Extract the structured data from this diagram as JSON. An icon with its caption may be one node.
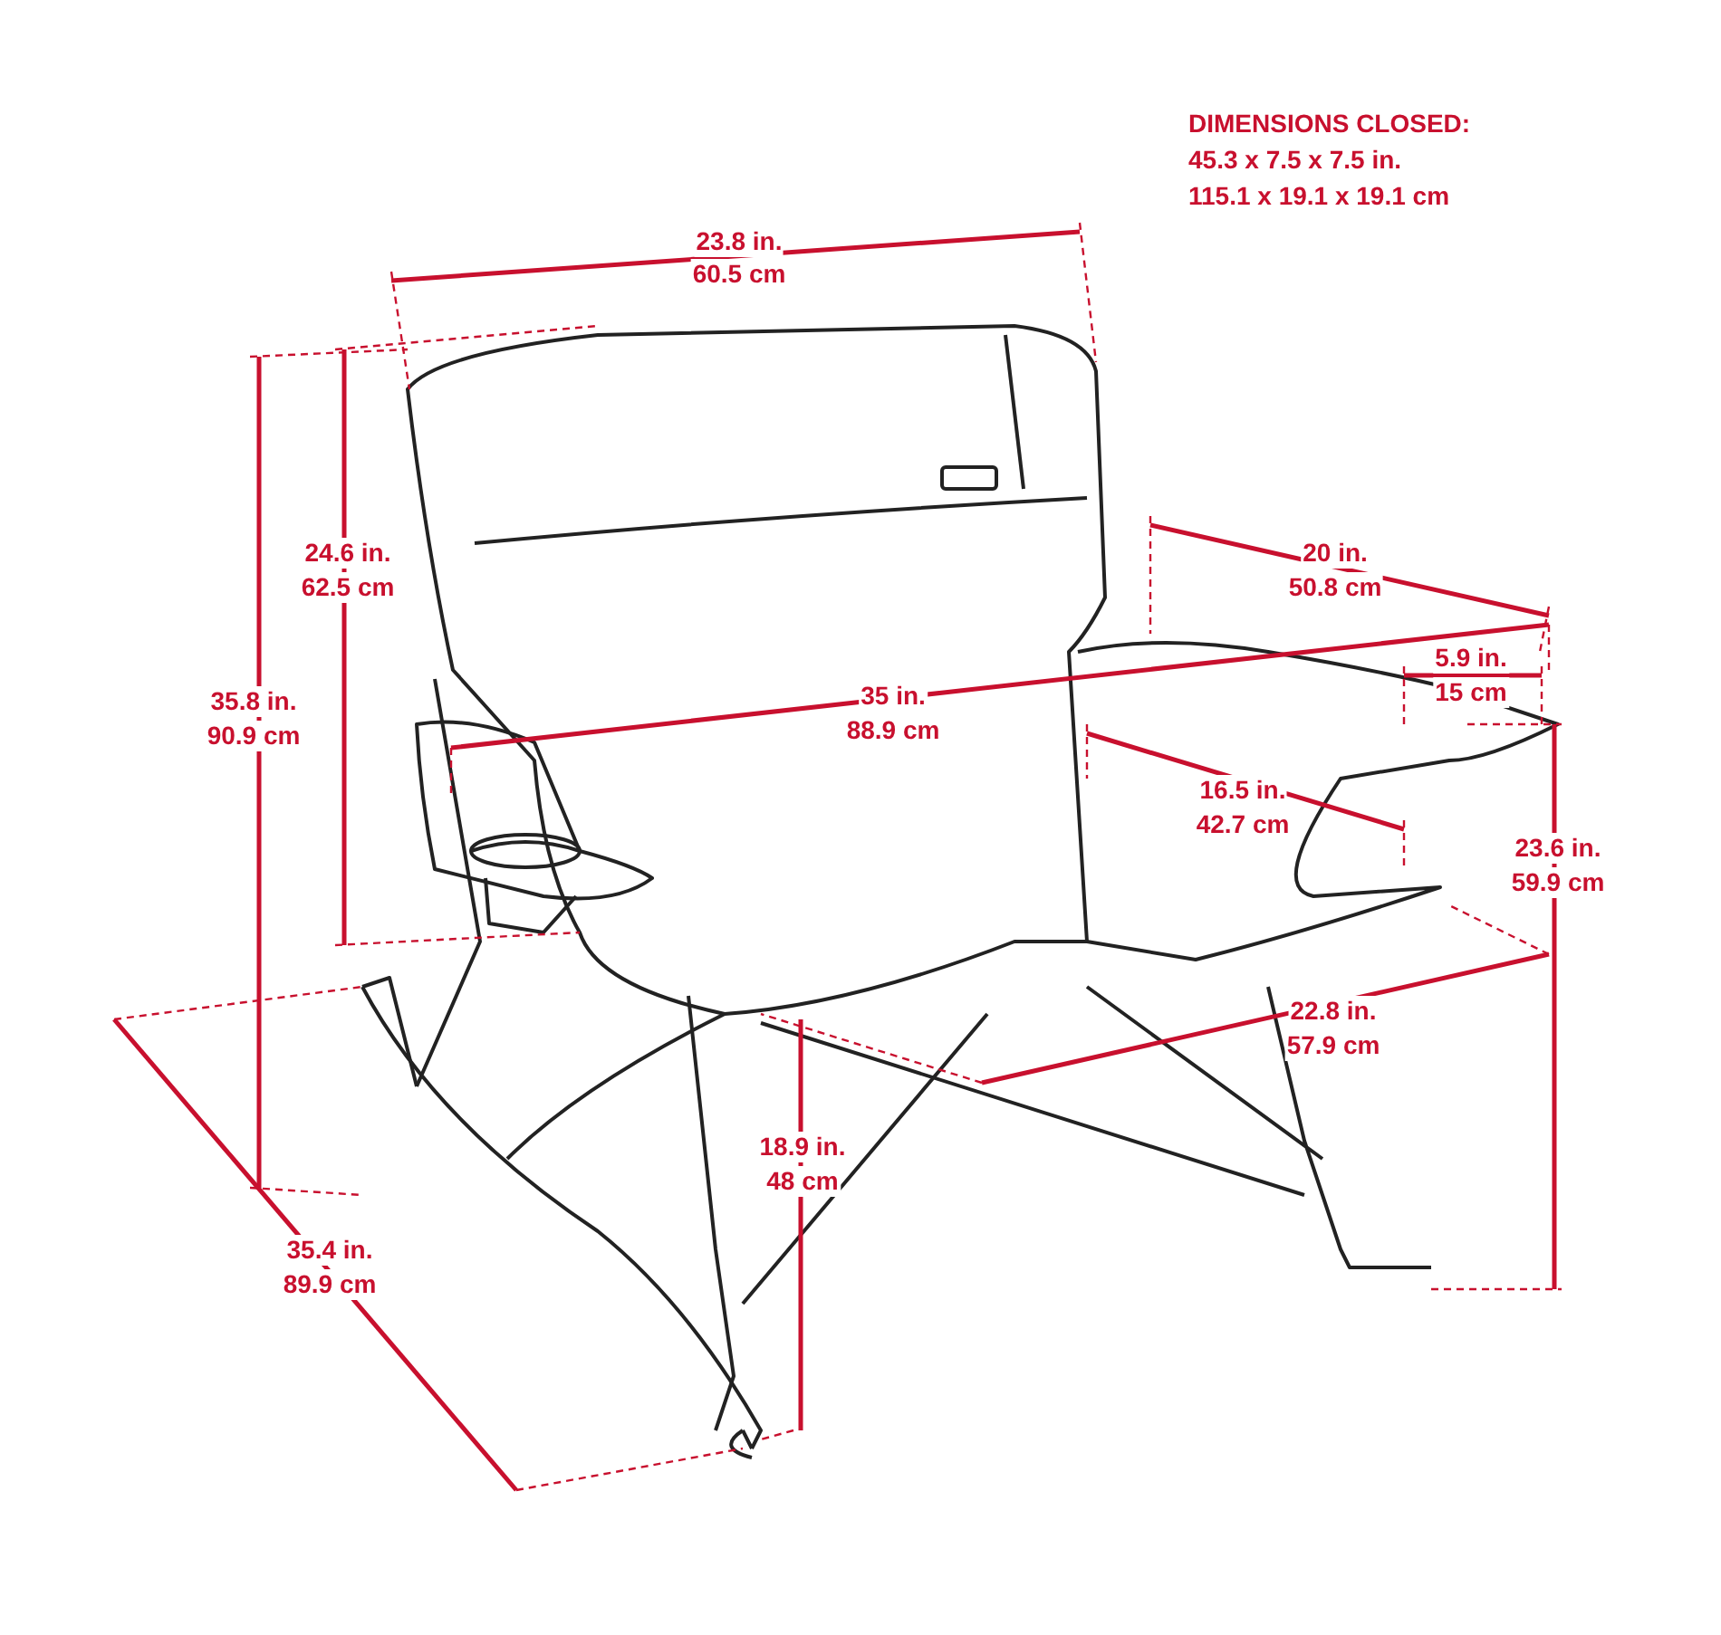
{
  "diagram": {
    "labels": [
      "DIMENSIONS CLOSED:",
      "45.3  x  7.5  x  7.5 in.",
      "115.1  x  19.1  x  19.1 cm",
      "23.8 in.",
      "60.5 cm",
      "20 in.",
      "50.8 cm",
      "24.6 in.",
      "62.5 cm",
      "35.8 in.",
      "90.9 cm",
      "5.9 in.",
      "15 cm",
      "35 in.",
      "88.9 cm",
      "16.5 in.",
      "42.7 cm",
      "23.6 in.",
      "59.9 cm",
      "22.8 in.",
      "57.9 cm",
      "18.9 in.",
      "48 cm",
      "35.4 in.",
      "89.9 cm"
    ]
  }
}
